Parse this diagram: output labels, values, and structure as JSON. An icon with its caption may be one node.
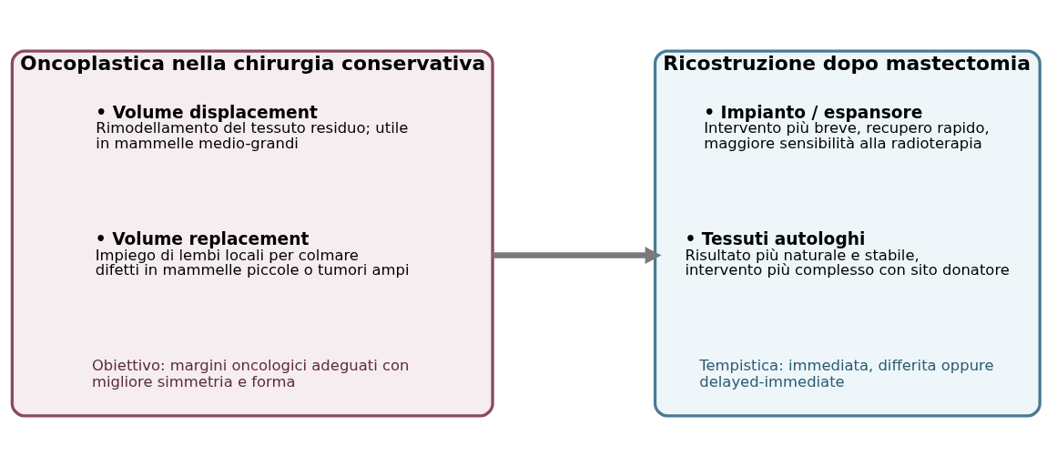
{
  "diagram": {
    "nodes": [
      {
        "text": [
          "Oncoplastica nella chirurgia conservativa"
        ]
      },
      {
        "text": [
          "• Volume displacement",
          "Rimodellamento del tessuto residuo; utile in mammelle medio-grandi"
        ],
        "in": 0
      },
      {
        "text": [
          "• Volume replacement",
          "Impiego di lembi locali per colmare difetti in mammelle piccole o tumori ampi"
        ],
        "in": 0
      },
      {
        "text": [
          "Obiettivo: margini oncologici adeguati con migliore simmetria e forma"
        ],
        "in": 0
      },
      {
        "text": [
          "Ricostruzione dopo mastectomia"
        ]
      },
      {
        "text": [
          "• Impianto / espansore",
          "Intervento più breve, recupero rapido, maggiore sensibilità alla radioterapia"
        ],
        "in": 4
      },
      {
        "text": [
          "• Tessuti autologhi",
          "Risultato più naturale e stabile, intervento più complesso con sito donatore"
        ],
        "in": 4
      },
      {
        "text": [
          "Tempistica: immediata, differita oppure delayed-immediate"
        ],
        "in": 4
      }
    ],
    "edges": [
      {
        "from": 0,
        "to": 4,
        "arrow": "to"
      }
    ]
  }
}
